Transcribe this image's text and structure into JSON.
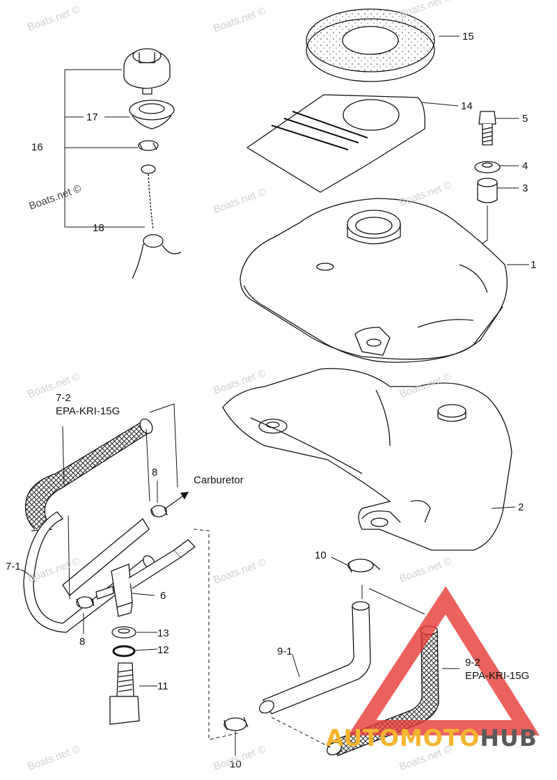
{
  "callouts": {
    "c1": "1",
    "c2": "2",
    "c3": "3",
    "c4": "4",
    "c5": "5",
    "c6": "6",
    "c7_1": "7-1",
    "c7_2": "7-2",
    "c7_2_sub": "EPA-KRI-15G",
    "c8a": "8",
    "c8b": "8",
    "c9_1": "9-1",
    "c9_2": "9-2",
    "c9_2_sub": "EPA-KRI-15G",
    "c10a": "10",
    "c10b": "10",
    "c11": "11",
    "c12": "12",
    "c13": "13",
    "c14": "14",
    "c15": "15",
    "c16": "16",
    "c17": "17",
    "c18": "18",
    "carburetor": "Carburetor"
  },
  "watermark": {
    "text": "Boats.net ©"
  },
  "logo": {
    "part1": "AUTOMOTO",
    "part2": "HUB",
    "color_primary": "#f3b52f",
    "color_secondary": "#5a5a5a",
    "triangle_color": "#e53935"
  }
}
